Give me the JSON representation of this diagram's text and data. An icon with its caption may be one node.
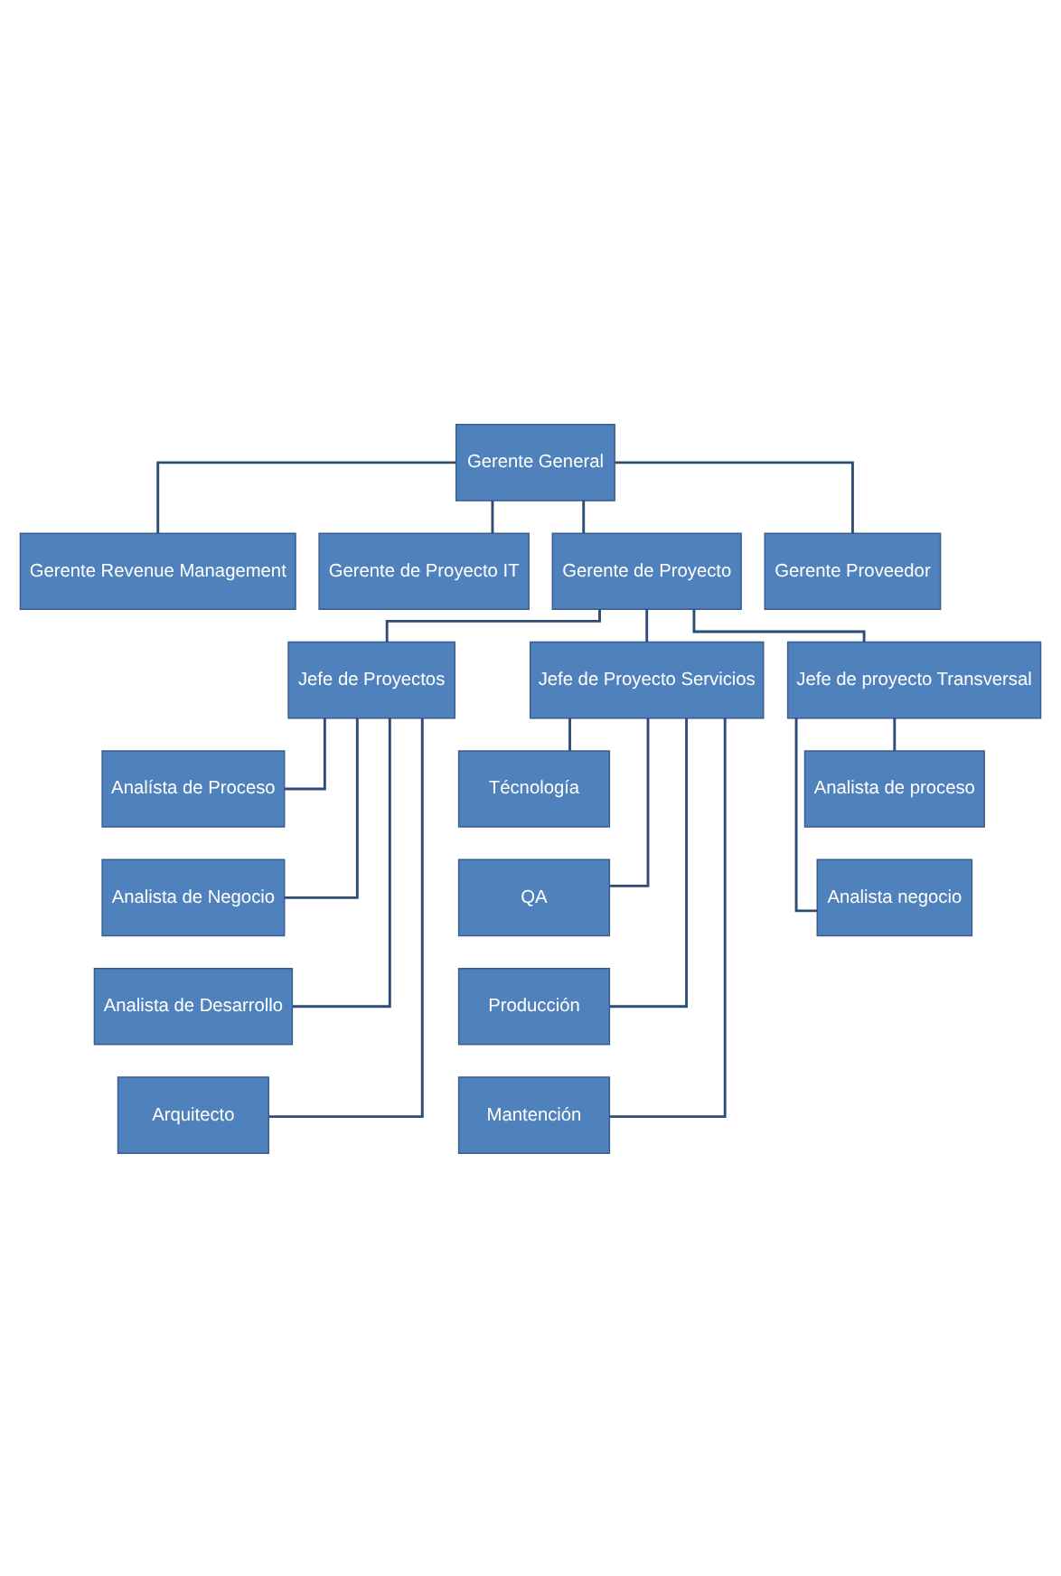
{
  "diagram": {
    "nodes": [
      {
        "text": [
          "Gerente General"
        ]
      },
      {
        "text": [
          "Gerente Revenue Management"
        ]
      },
      {
        "text": [
          "Gerente de Proyecto IT"
        ]
      },
      {
        "text": [
          "Gerente de Proyecto"
        ]
      },
      {
        "text": [
          "Gerente Proveedor"
        ]
      },
      {
        "text": [
          "Jefe de Proyectos"
        ]
      },
      {
        "text": [
          "Jefe de Proyecto Servicios"
        ]
      },
      {
        "text": [
          "Jefe de proyecto Transversal"
        ]
      },
      {
        "text": [
          "Analísta de Proceso"
        ]
      },
      {
        "text": [
          "Analista de Negocio"
        ]
      },
      {
        "text": [
          "Analista de Desarrollo"
        ]
      },
      {
        "text": [
          "Arquitecto"
        ]
      },
      {
        "text": [
          "Técnología"
        ]
      },
      {
        "text": [
          "QA"
        ]
      },
      {
        "text": [
          "Producción"
        ]
      },
      {
        "text": [
          "Mantención"
        ]
      },
      {
        "text": [
          "Analista de proceso"
        ]
      },
      {
        "text": [
          "Analista negocio"
        ]
      }
    ],
    "edges": [
      {
        "from": 0,
        "to": 1,
        "arrow": "none"
      },
      {
        "from": 0,
        "to": 2,
        "arrow": "none"
      },
      {
        "from": 0,
        "to": 3,
        "arrow": "none"
      },
      {
        "from": 0,
        "to": 4,
        "arrow": "none"
      },
      {
        "from": 3,
        "to": 5,
        "arrow": "none"
      },
      {
        "from": 3,
        "to": 6,
        "arrow": "none"
      },
      {
        "from": 3,
        "to": 7,
        "arrow": "none"
      },
      {
        "from": 5,
        "to": 8,
        "arrow": "none"
      },
      {
        "from": 5,
        "to": 9,
        "arrow": "none"
      },
      {
        "from": 5,
        "to": 10,
        "arrow": "none"
      },
      {
        "from": 5,
        "to": 11,
        "arrow": "none"
      },
      {
        "from": 6,
        "to": 12,
        "arrow": "none"
      },
      {
        "from": 6,
        "to": 13,
        "arrow": "none"
      },
      {
        "from": 6,
        "to": 14,
        "arrow": "none"
      },
      {
        "from": 6,
        "to": 15,
        "arrow": "none"
      },
      {
        "from": 7,
        "to": 16,
        "arrow": "none"
      },
      {
        "from": 7,
        "to": 17,
        "arrow": "none"
      }
    ]
  }
}
